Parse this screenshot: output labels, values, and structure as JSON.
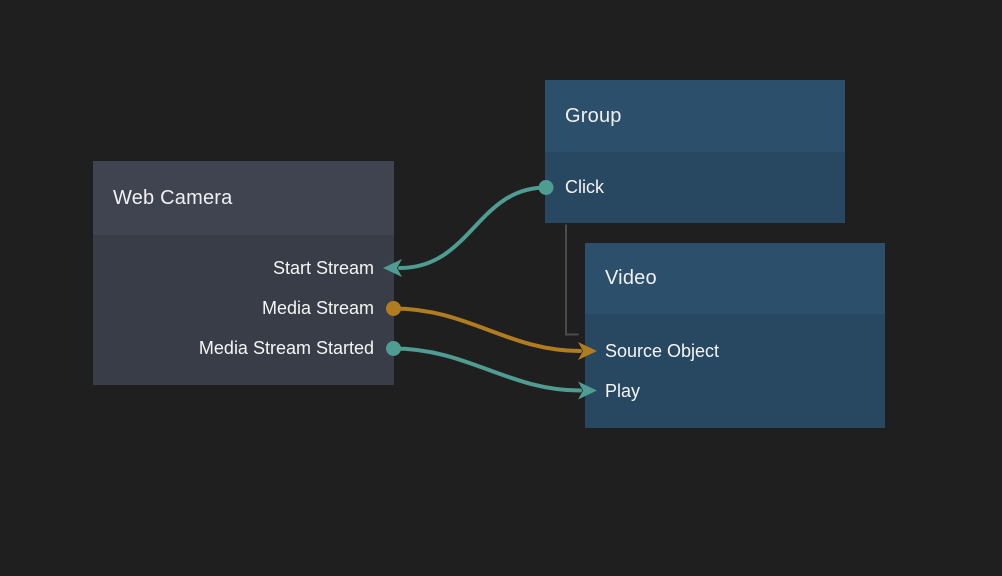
{
  "app": {
    "name": "node-graph-editor",
    "background": "#1f1f20"
  },
  "colors": {
    "canvas_background": "#1f1f20",
    "gray_node_header": "#3f4450",
    "gray_node_body": "#383d48",
    "blue_node_header": "#2c506b",
    "blue_node_body": "#284862",
    "teal_signal": "#4f9c93",
    "orange_signal": "#b17c20",
    "inactive_link": "#4b4b4b",
    "title_text": "#f0f0f0",
    "port_text": "#f5f5f5"
  },
  "nodes": [
    {
      "id": "web-camera",
      "title": "Web Camera",
      "ports": [
        {
          "label": "Start Stream",
          "kind": "input",
          "marker": "arrow-left",
          "color": "#4f9c93"
        },
        {
          "label": "Media Stream",
          "kind": "output",
          "marker": "dot",
          "color": "#b17c20"
        },
        {
          "label": "Media Stream Started",
          "kind": "output",
          "marker": "dot",
          "color": "#4f9c93"
        }
      ]
    },
    {
      "id": "group",
      "title": "Group",
      "ports": [
        {
          "label": "Click",
          "kind": "output",
          "marker": "dot",
          "color": "#4f9c93"
        }
      ]
    },
    {
      "id": "video",
      "title": "Video",
      "ports": [
        {
          "label": "Source Object",
          "kind": "input",
          "marker": "arrow-right",
          "color": "#b17c20"
        },
        {
          "label": "Play",
          "kind": "input",
          "marker": "arrow-right",
          "color": "#4f9c93"
        }
      ]
    }
  ],
  "wires": [
    {
      "id": "click-to-start-stream",
      "from": "Group.Click",
      "to": "Web Camera.Start Stream",
      "color": "#4f9c93"
    },
    {
      "id": "media-stream-to-source-object",
      "from": "Web Camera.Media Stream",
      "to": "Video.Source Object",
      "color": "#b17c20"
    },
    {
      "id": "media-stream-started-to-play",
      "from": "Web Camera.Media Stream Started",
      "to": "Video.Play",
      "color": "#4f9c93"
    },
    {
      "id": "group-to-video-link",
      "from": "Group",
      "to": "Video",
      "color": "#4b4b4b"
    }
  ]
}
